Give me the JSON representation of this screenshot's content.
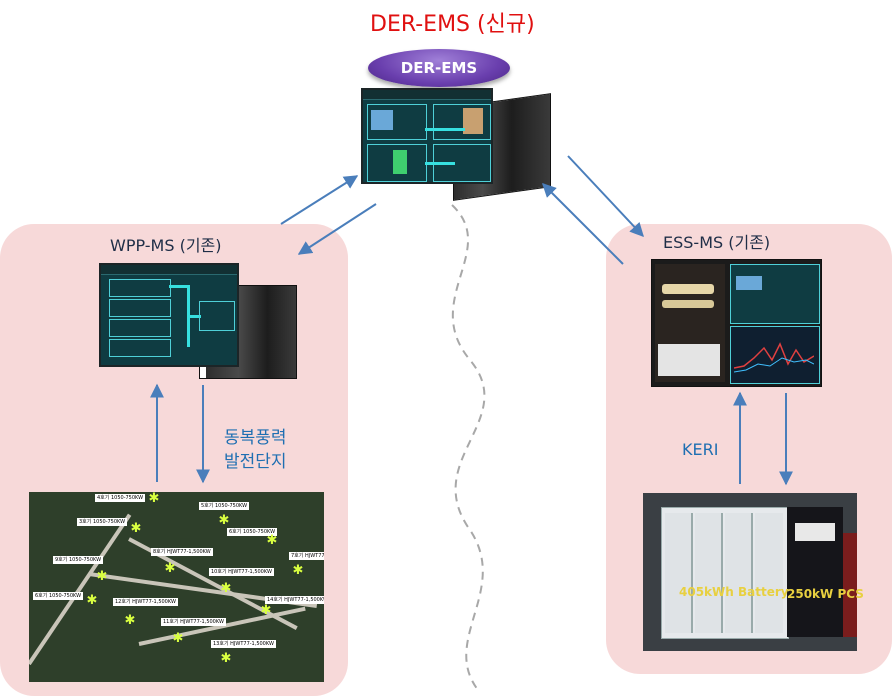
{
  "titles": {
    "main": "DER-EMS (신규)",
    "wpp": "WPP-MS (기존)",
    "ess": "ESS-MS (기존)"
  },
  "badge": "DER-EMS",
  "wind_farm_label": [
    "동복풍력",
    "발전단지"
  ],
  "keri_label": "KERI",
  "ess_stickers": {
    "battery": "405kWh Battery",
    "pcs": "250kW PCS"
  },
  "colors": {
    "title_red": "#e01010",
    "arrow_blue": "#4a7ebb",
    "panel_pink": "#f7d9d9",
    "badge_purple": "#6a3fae"
  }
}
